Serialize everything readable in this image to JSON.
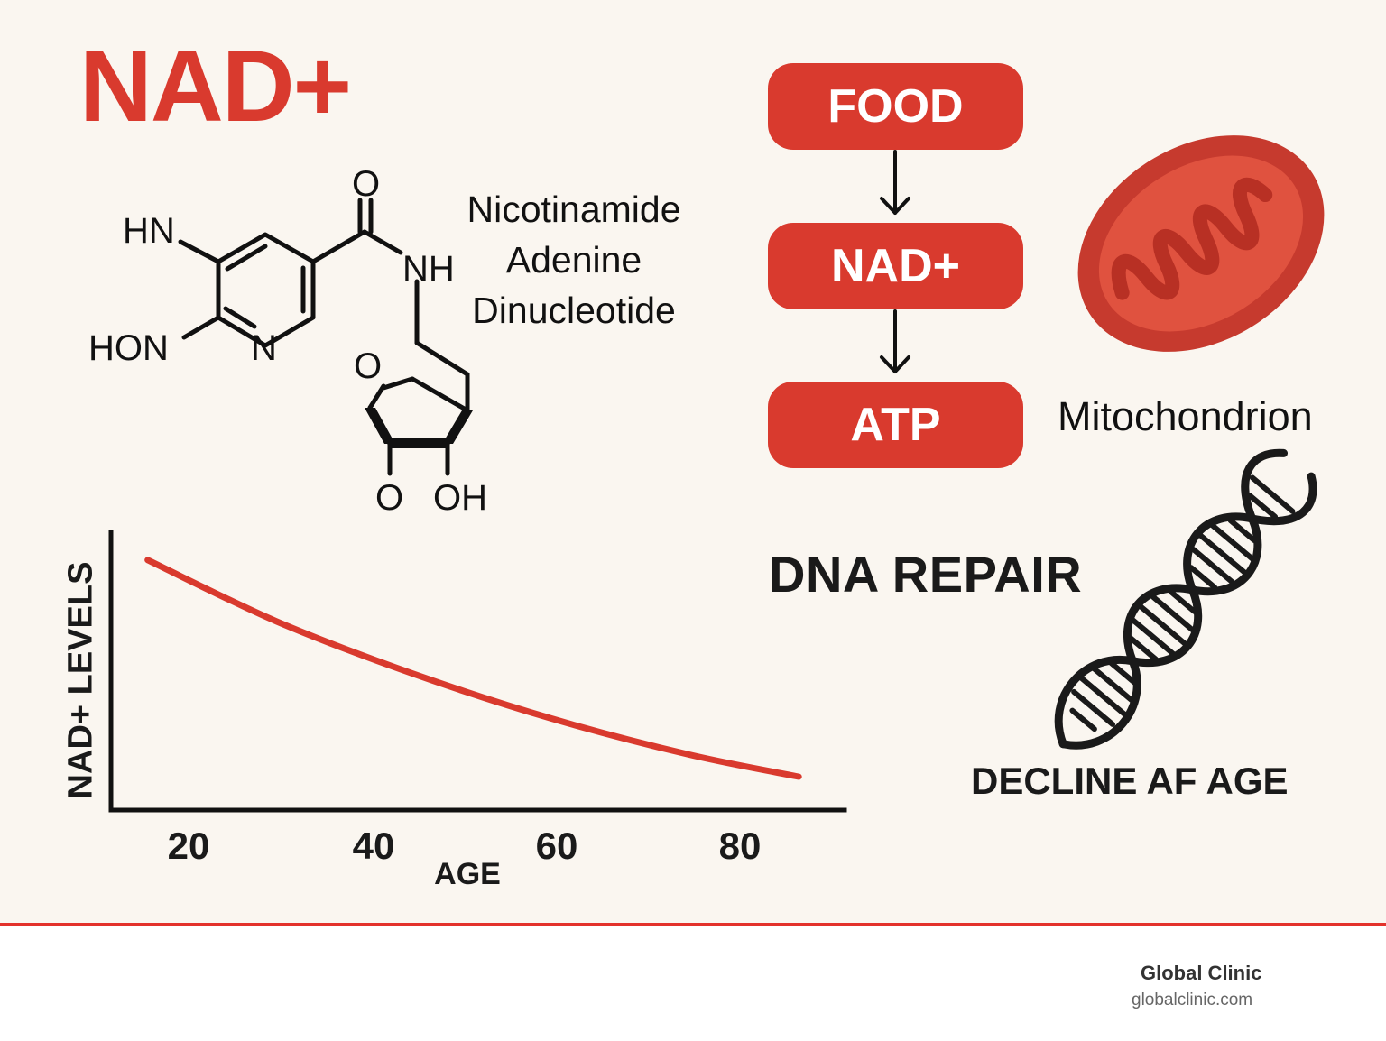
{
  "title": "NAD+",
  "full_name": [
    "Nicotinamide",
    "Adenine",
    "Dinucleotide"
  ],
  "structure_labels": {
    "o_top": "O",
    "hn": "HN",
    "nh": "NH",
    "hon": "HON",
    "n": "N",
    "o_ring": "O",
    "o_bottom": "O",
    "oh": "OH"
  },
  "pathway": [
    "FOOD",
    "NAD+",
    "ATP"
  ],
  "mitochondrion_label": "Mitochondrion",
  "dna_repair_label": "DNA REPAIR",
  "decline_label": "DECLINE AF AGE",
  "colors": {
    "accent": "#d93a2e",
    "background": "#faf6f0",
    "text": "#1a1a1a"
  },
  "chart_data": {
    "type": "line",
    "xlabel": "AGE",
    "ylabel": "NAD+ LEVELS",
    "x_ticks": [
      "20",
      "40",
      "60",
      "80"
    ],
    "xlim": [
      12,
      92
    ],
    "ylim": [
      0,
      100
    ],
    "y_ticks_shown": false,
    "series": [
      {
        "x": [
          16,
          30,
          45,
          60,
          75,
          87
        ],
        "y": [
          90,
          68,
          49,
          33,
          20,
          12
        ]
      }
    ]
  },
  "footer": {
    "name": "Global Clinic",
    "url": "globalclinic.com"
  }
}
